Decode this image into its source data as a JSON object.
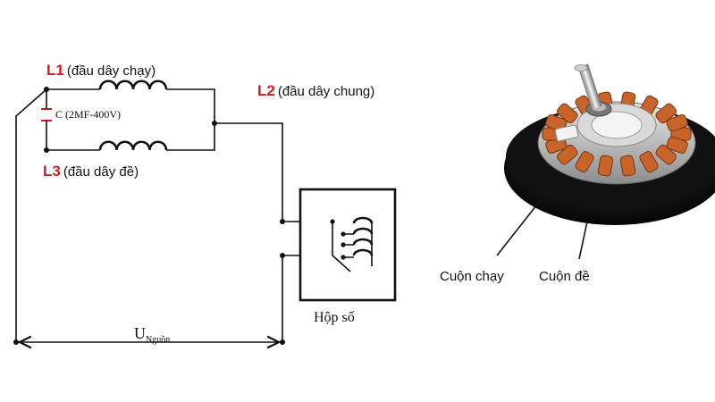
{
  "labels": {
    "l1_tag": "L1",
    "l1_desc": "(đầu dây chạy)",
    "l2_tag": "L2",
    "l2_desc": "(đầu dây chung)",
    "l3_tag": "L3",
    "l3_desc": "(đầu dây đề)",
    "capacitor": "C (2MF-400V)",
    "gearbox": "Hộp số",
    "voltage_main": "U",
    "voltage_sub": "Nguồn",
    "run_coil": "Cuộn chạy",
    "start_coil": "Cuộn đề"
  },
  "colors": {
    "accent_red": "#d0181e",
    "line": "#111111",
    "copper": "#c8642a"
  }
}
